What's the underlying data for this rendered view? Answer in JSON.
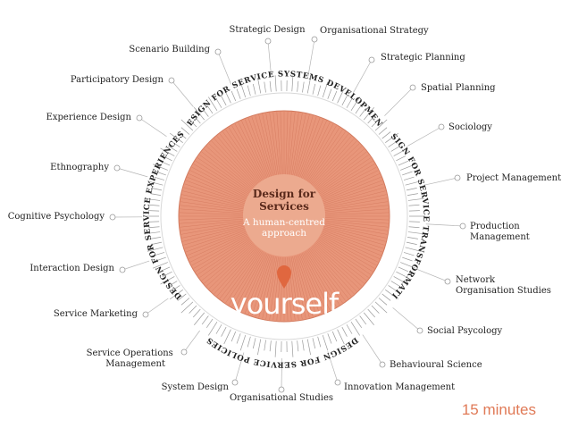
{
  "center": {
    "title_line1": "Design for",
    "title_line2": "Services",
    "subtitle_line1": "A human-centred",
    "subtitle_line2": "approach",
    "focus_label": "yourself"
  },
  "ring_labels": [
    "DESIGN FOR SERVICE SYSTEMS DEVELOPMENT",
    "DESIGN FOR SERVICE TRANSFORMATION",
    "DESIGN FOR SERVICE POLICIES",
    "DESIGN FOR SERVICE EXPERIENCES"
  ],
  "disciplines": [
    "Strategic Design",
    "Organisational Strategy",
    "Strategic Planning",
    "Spatial Planning",
    "Sociology",
    "Project Management",
    "Production Management",
    "Network Organisation Studies",
    "Social Psycology",
    "Behavioural Science",
    "Innovation Management",
    "Organisational Studies",
    "System Design",
    "Service Operations Management",
    "Service Marketing",
    "Interaction Design",
    "Cognitive Psychology",
    "Ethnography",
    "Experience Design",
    "Participatory Design",
    "Scenario Building"
  ],
  "timer_label": "15 minutes",
  "colors": {
    "disc": "#e8967a",
    "disc_lines": "#c9694e",
    "center_circle": "#ecaa8f",
    "center_title": "#5a2a1c",
    "pin": "#e0673f",
    "ticks": "#9a9a9a",
    "timer": "#e07a57"
  },
  "icons": [
    "location-pin-icon"
  ]
}
